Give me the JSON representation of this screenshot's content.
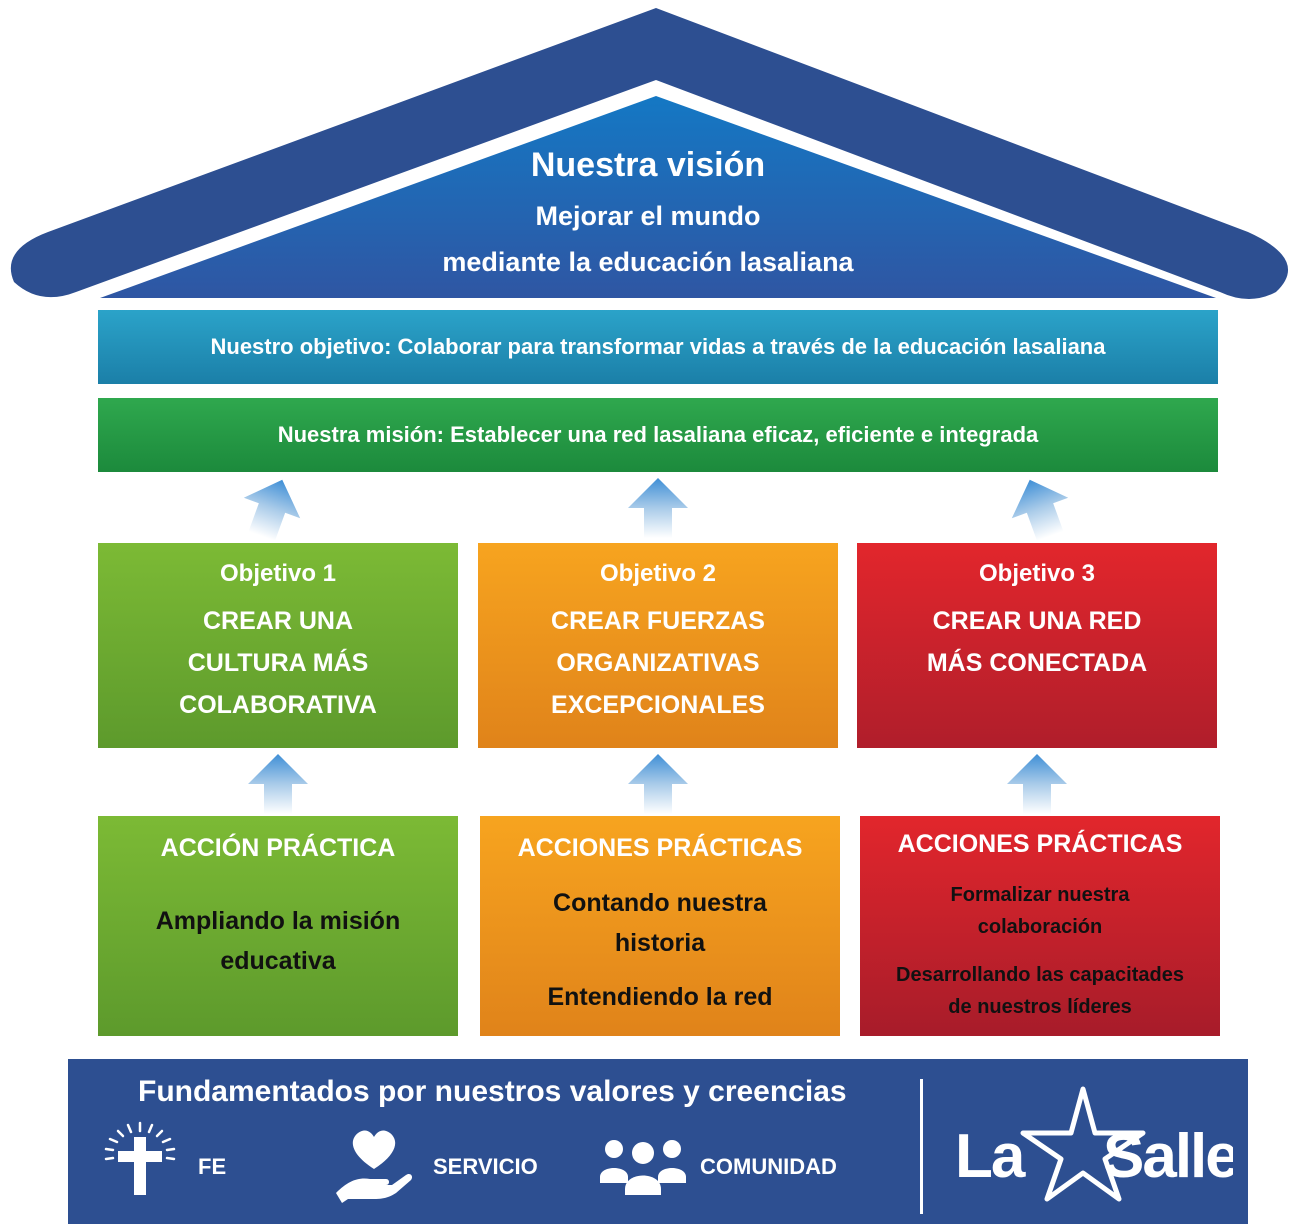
{
  "vision": {
    "title": "Nuestra visión",
    "line1": "Mejorar el mundo",
    "line2": "mediante la educación lasaliana"
  },
  "objective_band": "Nuestro objetivo: Colaborar para transformar vidas a través de la educación lasaliana",
  "mission_band": "Nuestra misión: Establecer una red lasaliana eficaz, eficiente e integrada",
  "objectives": [
    {
      "title": "Objetivo 1",
      "lines": [
        "CREAR UNA",
        "CULTURA MÁS",
        "COLABORATIVA"
      ],
      "color": "#7cba35"
    },
    {
      "title": "Objetivo 2",
      "lines": [
        "CREAR FUERZAS",
        "ORGANIZATIVAS",
        "EXCEPCIONALES"
      ],
      "color": "#f7a41f"
    },
    {
      "title": "Objetivo 3",
      "lines": [
        "CREAR UNA RED",
        "MÁS CONECTADA"
      ],
      "color": "#e2262c"
    }
  ],
  "actions": [
    {
      "title": "ACCIÓN PRÁCTICA",
      "items": [
        "Ampliando la misión",
        "educativa"
      ]
    },
    {
      "title": "ACCIONES PRÁCTICAS",
      "items": [
        "Contando nuestra",
        "historia",
        "Entendiendo la red"
      ]
    },
    {
      "title": "ACCIONES PRÁCTICAS",
      "items": [
        "Formalizar nuestra",
        "colaboración",
        "Desarrollando las capacitades",
        "de nuestros líderes"
      ]
    }
  ],
  "footer": {
    "title": "Fundamentados por nuestros valores y creencias",
    "values": [
      {
        "label": "FE",
        "icon": "cross-icon"
      },
      {
        "label": "SERVICIO",
        "icon": "heart-hand-icon"
      },
      {
        "label": "COMUNIDAD",
        "icon": "people-icon"
      }
    ],
    "logo_text": "LaSalle"
  },
  "colors": {
    "roof": "#2d4f91",
    "vision_blue": "#1e73be",
    "objective_teal": "#2ba3c9",
    "mission_green": "#2fa84e",
    "footer_blue": "#2d4f91"
  }
}
